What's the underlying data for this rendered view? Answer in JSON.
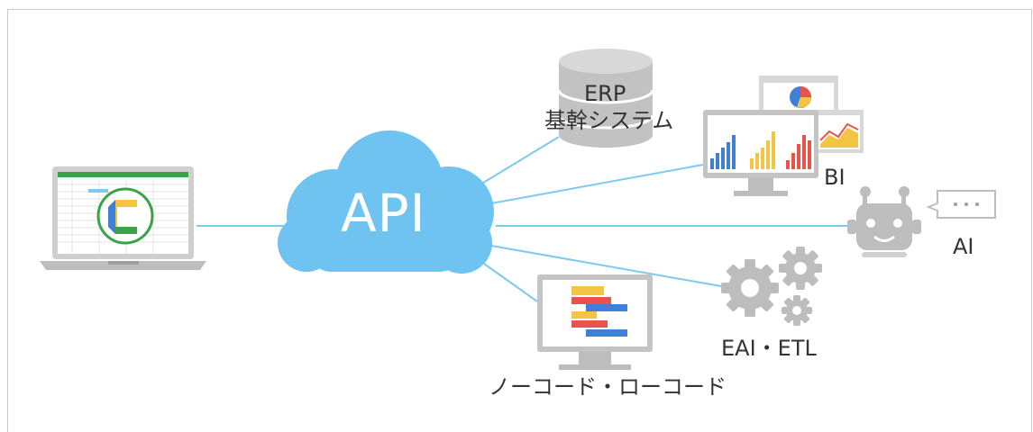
{
  "center": {
    "label": "API"
  },
  "nodes": {
    "erp": {
      "line1": "ERP",
      "line2": "基幹システム"
    },
    "bi": {
      "label": "BI"
    },
    "ai": {
      "label": "AI",
      "bubble": "・・・"
    },
    "eai": {
      "label": "EAI・ETL"
    },
    "nocode": {
      "label": "ノーコード・ローコード"
    }
  },
  "colors": {
    "cloud": "#6ec3f0",
    "connector": "#7ccaf0",
    "device_gray": "#bdbdbd",
    "device_dark": "#9e9e9e",
    "bar_blue": "#3f7fd8",
    "bar_yellow": "#f4c542",
    "bar_red": "#e8534a",
    "logo_green": "#3aa34a"
  }
}
